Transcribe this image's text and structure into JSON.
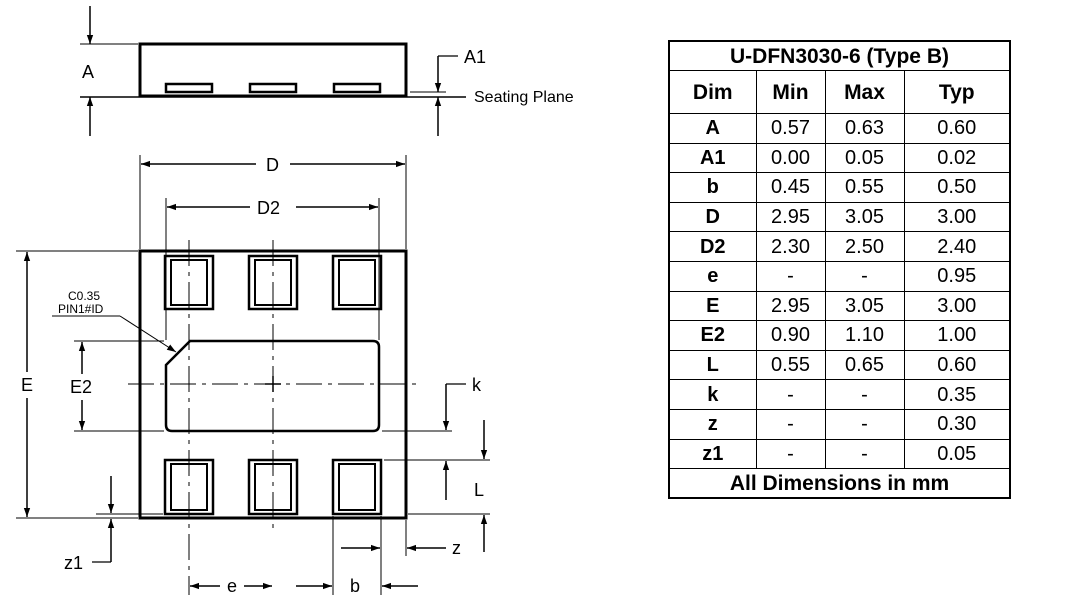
{
  "drawing": {
    "side_view": {
      "label_A": "A",
      "label_A1": "A1",
      "seating_plane": "Seating Plane"
    },
    "bottom_view": {
      "label_D": "D",
      "label_D2": "D2",
      "label_E": "E",
      "label_E2": "E2",
      "pin1_line1": "C0.35",
      "pin1_line2": "PIN1#ID",
      "label_k": "k",
      "label_L": "L",
      "label_z": "z",
      "label_z1": "z1",
      "label_e": "e",
      "label_b": "b"
    }
  },
  "table": {
    "title": "U-DFN3030-6 (Type B)",
    "headers": [
      "Dim",
      "Min",
      "Max",
      "Typ"
    ],
    "rows": [
      [
        "A",
        "0.57",
        "0.63",
        "0.60"
      ],
      [
        "A1",
        "0.00",
        "0.05",
        "0.02"
      ],
      [
        "b",
        "0.45",
        "0.55",
        "0.50"
      ],
      [
        "D",
        "2.95",
        "3.05",
        "3.00"
      ],
      [
        "D2",
        "2.30",
        "2.50",
        "2.40"
      ],
      [
        "e",
        "-",
        "-",
        "0.95"
      ],
      [
        "E",
        "2.95",
        "3.05",
        "3.00"
      ],
      [
        "E2",
        "0.90",
        "1.10",
        "1.00"
      ],
      [
        "L",
        "0.55",
        "0.65",
        "0.60"
      ],
      [
        "k",
        "-",
        "-",
        "0.35"
      ],
      [
        "z",
        "-",
        "-",
        "0.30"
      ],
      [
        "z1",
        "-",
        "-",
        "0.05"
      ]
    ],
    "footer": "All Dimensions in mm"
  }
}
